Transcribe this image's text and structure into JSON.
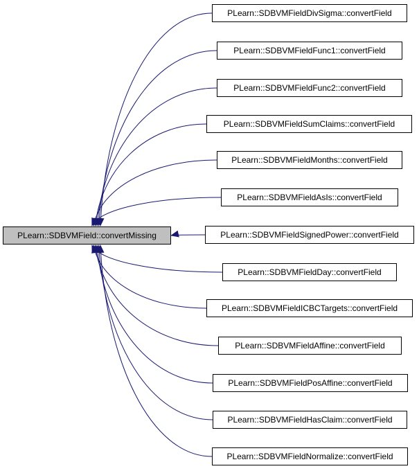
{
  "graph": {
    "source": {
      "label": "PLearn::SDBVMField::convertMissing"
    },
    "targets": [
      {
        "label": "PLearn::SDBVMFieldDivSigma::convertField"
      },
      {
        "label": "PLearn::SDBVMFieldFunc1::convertField"
      },
      {
        "label": "PLearn::SDBVMFieldFunc2::convertField"
      },
      {
        "label": "PLearn::SDBVMFieldSumClaims::convertField"
      },
      {
        "label": "PLearn::SDBVMFieldMonths::convertField"
      },
      {
        "label": "PLearn::SDBVMFieldAsIs::convertField"
      },
      {
        "label": "PLearn::SDBVMFieldSignedPower::convertField"
      },
      {
        "label": "PLearn::SDBVMFieldDay::convertField"
      },
      {
        "label": "PLearn::SDBVMFieldICBCTargets::convertField"
      },
      {
        "label": "PLearn::SDBVMFieldAffine::convertField"
      },
      {
        "label": "PLearn::SDBVMFieldPosAffine::convertField"
      },
      {
        "label": "PLearn::SDBVMFieldHasClaim::convertField"
      },
      {
        "label": "PLearn::SDBVMFieldNormalize::convertField"
      }
    ],
    "colors": {
      "edge": "#191970",
      "source_fill": "#bfbfbf",
      "node_fill": "#ffffff",
      "border": "#000000"
    }
  }
}
